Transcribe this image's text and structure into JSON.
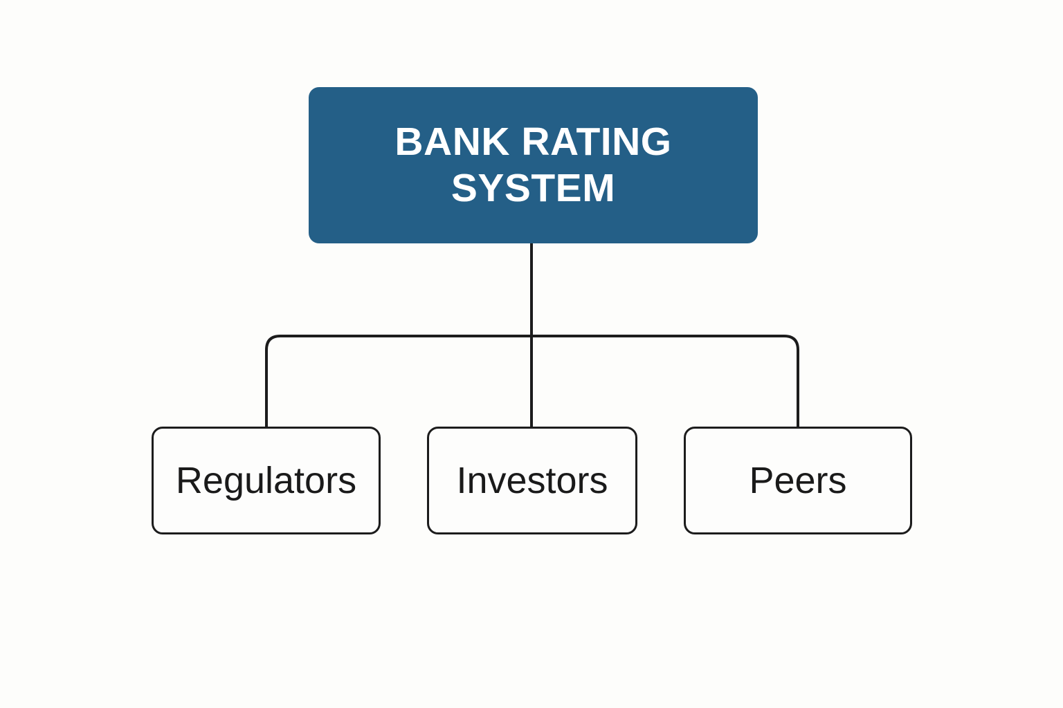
{
  "diagram": {
    "type": "hierarchy-tree",
    "background_color": "#fdfdfb",
    "root": {
      "label": "BANK RATING SYSTEM",
      "label_lines": "BANK RATING\nSYSTEM",
      "fill_color": "#245f87",
      "text_color": "#ffffff"
    },
    "children": [
      {
        "label": "Regulators",
        "fill_color": "#fdfdfc",
        "border_color": "#1c1c1c",
        "text_color": "#1a1a1a"
      },
      {
        "label": "Investors",
        "fill_color": "#fdfdfc",
        "border_color": "#1c1c1c",
        "text_color": "#1a1a1a"
      },
      {
        "label": "Peers",
        "fill_color": "#fdfdfc",
        "border_color": "#1c1c1c",
        "text_color": "#1a1a1a"
      }
    ],
    "connectors": {
      "color": "#1c1c1c",
      "stroke_width": 4,
      "style": "orthogonal-rounded"
    }
  }
}
